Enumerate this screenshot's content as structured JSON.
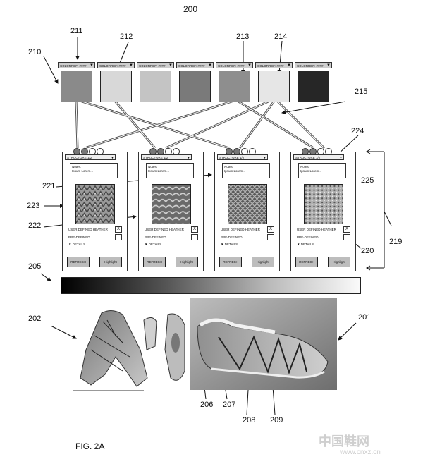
{
  "figure": {
    "ref_title": "200",
    "caption": "FIG. 2A",
    "watermark": "中国鞋网",
    "watermark_url": "www.cnxz.cn"
  },
  "swatches": {
    "header_text": "COLORREF: ####",
    "colors": [
      "#8a8a8a",
      "#d8d8d8",
      "#c4c4c4",
      "#7a7a7a",
      "#8e8e8e",
      "#e6e6e6",
      "#262626"
    ]
  },
  "panels": {
    "header_text": "STRUCTURE 1/2",
    "notes_title": "Notes:",
    "notes_body": "Ipsum Lorem...",
    "option_user": "USER DEFINED HEATHER",
    "option_pre": "PRE-DEFINED",
    "check_mark": "X",
    "details": "▼ DETAILS",
    "refresh": "REFRESH",
    "highlight": "Highlight"
  },
  "ref_numbers": {
    "n211": "211",
    "n212": "212",
    "n213": "213",
    "n214": "214",
    "n210": "210",
    "n215": "215",
    "n224": "224",
    "n221": "221",
    "n225": "225",
    "n223": "223",
    "n222": "222",
    "n219": "219",
    "n220": "220",
    "n205": "205",
    "n202": "202",
    "n201": "201",
    "n206": "206",
    "n207": "207",
    "n208": "208",
    "n209": "209"
  }
}
